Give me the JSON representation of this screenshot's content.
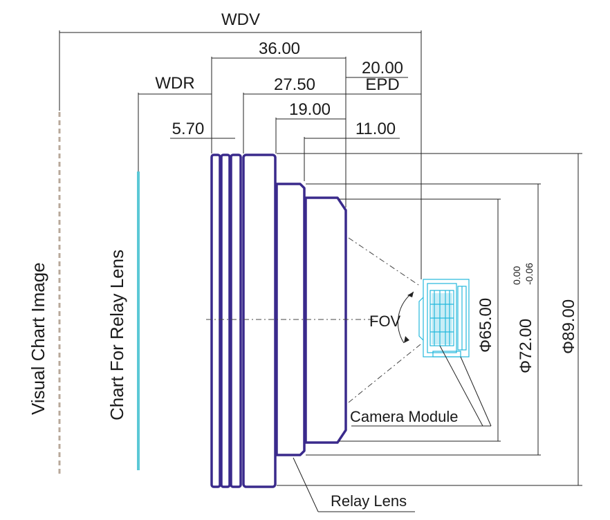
{
  "labels": {
    "wdv": "WDV",
    "wdr": "WDR",
    "epd": "EPD",
    "fov": "FOV",
    "visual_chart": "Visual Chart Image",
    "chart_relay": "Chart For Relay Lens",
    "camera_module": "Camera Module",
    "relay_lens": "Relay Lens"
  },
  "dimensions": {
    "d36": "36.00",
    "d20": "20.00",
    "d27_5": "27.50",
    "d19": "19.00",
    "d5_7": "5.70",
    "d11": "11.00",
    "phi65": "Φ65.00",
    "phi72": "Φ72.00",
    "phi72_tol_upper": "0.00",
    "phi72_tol_lower": "-0.06",
    "phi89": "Φ89.00"
  },
  "colors": {
    "lens": "#3a2a8c",
    "chart_relay": "#5bc8d6",
    "chart_visual": "#b8a89a",
    "camera": "#23b8dc"
  }
}
